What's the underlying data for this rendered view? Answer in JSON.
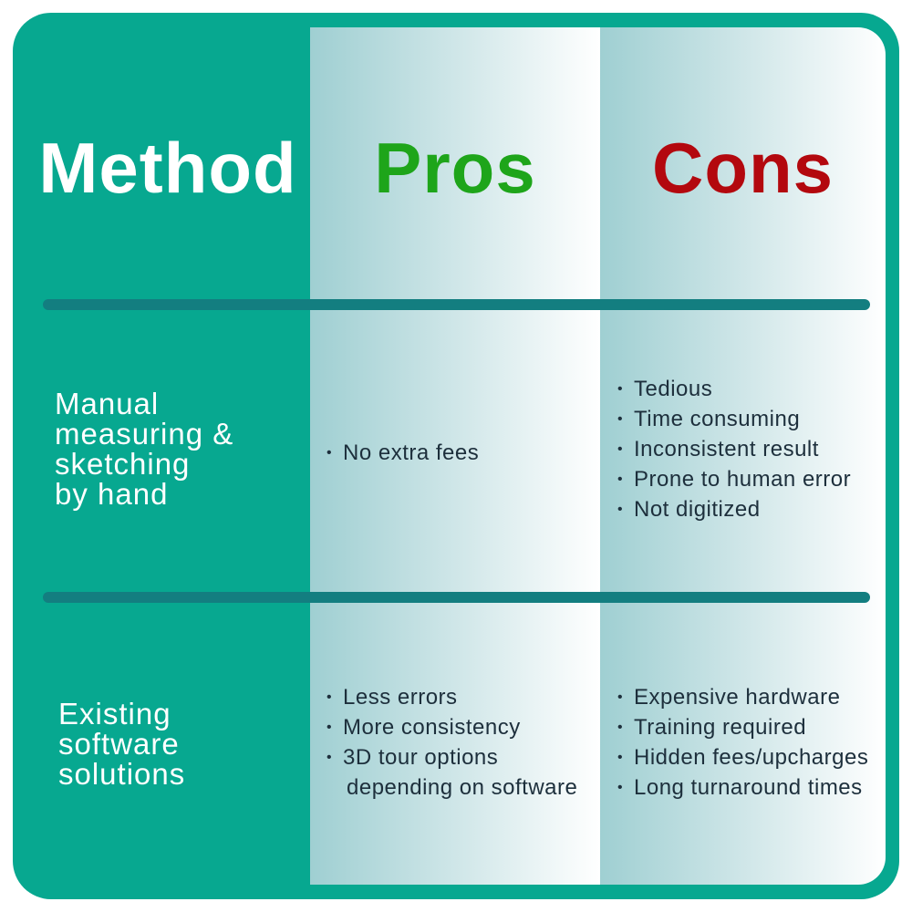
{
  "table": {
    "headers": {
      "method": "Method",
      "pros": "Pros",
      "cons": "Cons"
    },
    "rows": [
      {
        "method_lines": [
          "Manual",
          "measuring &",
          "sketching",
          "by hand"
        ],
        "pros": [
          "No extra fees"
        ],
        "cons": [
          "Tedious",
          "Time consuming",
          "Inconsistent result",
          "Prone to human error",
          "Not digitized"
        ]
      },
      {
        "method_lines": [
          "Existing",
          "software",
          "solutions"
        ],
        "pros": [
          "Less errors",
          "More consistency",
          "3D tour options"
        ],
        "pros_continuation": "depending on software",
        "cons": [
          "Expensive hardware",
          "Training required",
          "Hidden fees/upcharges",
          "Long turnaround times"
        ]
      }
    ]
  },
  "colors": {
    "background": "#07a890",
    "divider": "#137e80",
    "pros_header": "#1ea51a",
    "cons_header": "#b3080e",
    "body_text": "#1d2f3c"
  }
}
